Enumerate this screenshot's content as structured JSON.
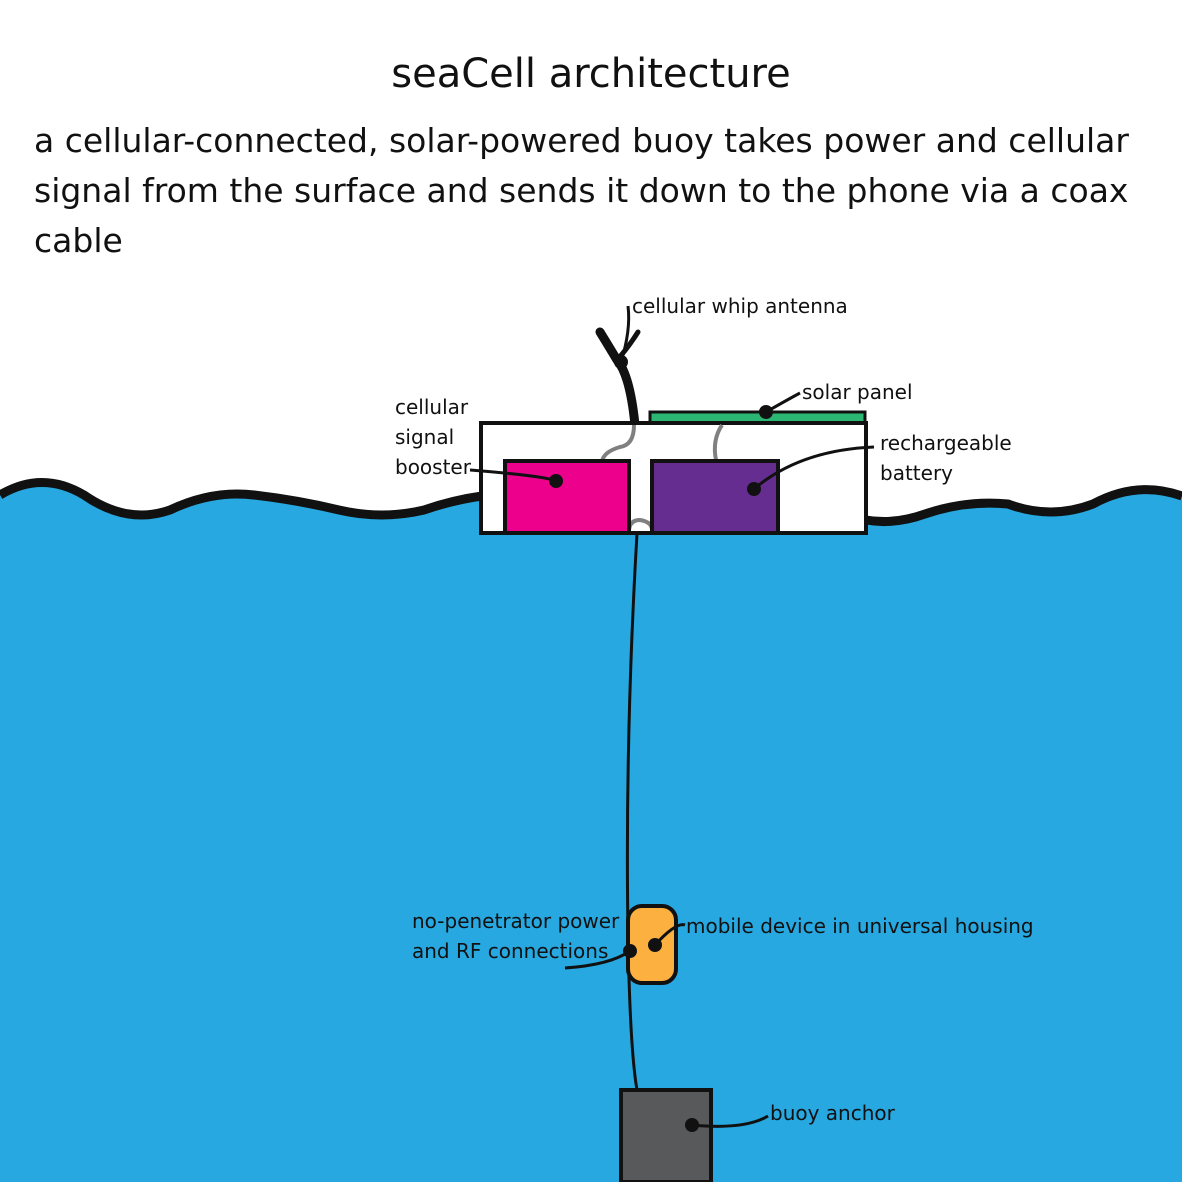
{
  "title": "seaCell architecture",
  "subtitle": "a cellular-connected, solar-powered buoy takes power and cellular signal from the surface and sends it down to the phone via a coax cable",
  "labels": {
    "antenna": "cellular whip antenna",
    "solar_panel": "solar panel",
    "booster_line1": "cellular",
    "booster_line2": "signal",
    "booster_line3": "booster",
    "battery_line1": "rechargeable",
    "battery_line2": "battery",
    "connector_line1": "no-penetrator power",
    "connector_line2": "and RF connections",
    "device": "mobile device in universal housing",
    "anchor": "buoy anchor"
  },
  "colors": {
    "ocean": "#27a8e0",
    "booster": "#ec008c",
    "battery": "#662d91",
    "solar_panel": "#2bb673",
    "device": "#fbb040",
    "anchor": "#58595b",
    "buoy": "#ffffff",
    "outline": "#111111",
    "wire": "#808080"
  }
}
